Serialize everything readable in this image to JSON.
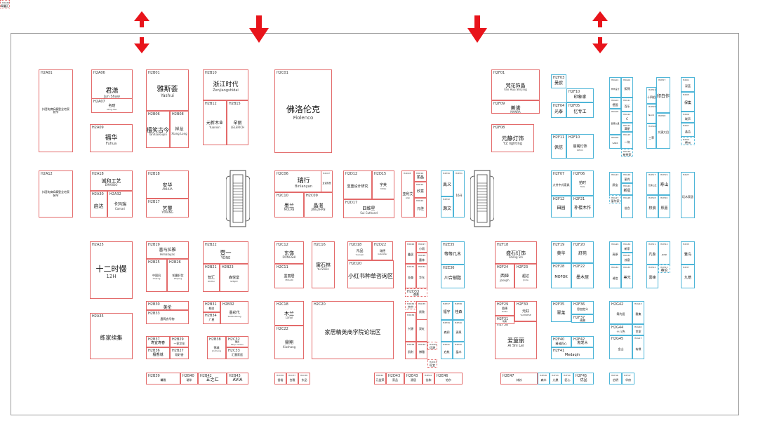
{
  "colors": {
    "booth_red": "#e36a6a",
    "booth_blue": "#4fb6d8",
    "arrow": "#e8141b",
    "outline": "#9a9a9a"
  },
  "arrows": [
    {
      "kind": "two-way-arrow-icon"
    },
    {
      "kind": "down-arrow-icon"
    },
    {
      "kind": "down-arrow-icon"
    },
    {
      "kind": "two-way-arrow-icon"
    }
  ],
  "booths": [
    {
      "id": "H2A01",
      "name": "抖音电商&摩登全宅家装节",
      "sub": ""
    },
    {
      "id": "H2A06",
      "name": "君潇",
      "sub": "Jun Shaw"
    },
    {
      "id": "H2A07",
      "name": "名晗",
      "sub": "Ming Han"
    },
    {
      "id": "H2A09",
      "name": "福华",
      "sub": "Fuhua"
    },
    {
      "id": "H2B01",
      "name": "雅斯荟",
      "sub": "Yashui"
    },
    {
      "id": "H2B06",
      "name": "檀笑古今",
      "sub": "TanXiaoGujin"
    },
    {
      "id": "H2B08",
      "name": "祥龙",
      "sub": "Xiang Long"
    },
    {
      "id": "H2B10",
      "name": "浙江时代",
      "sub": "Zenjiangshidai"
    },
    {
      "id": "H2B12",
      "name": "元新木业",
      "sub": "Yuanxin"
    },
    {
      "id": "H2B15",
      "name": "朵丽",
      "sub": "LELERICH"
    },
    {
      "id": "H2C01",
      "name": "佛洛伦克",
      "sub": "Fiolenco"
    },
    {
      "id": "H2E01",
      "name": "诗画浦江",
      "sub": "PUJIANG"
    },
    {
      "id": "H2F01",
      "name": "梵花饰晶",
      "sub": "Fan Hua Shi Jing"
    },
    {
      "id": "H2F09",
      "name": "美诺",
      "sub": "MANRA"
    },
    {
      "id": "H2F08",
      "name": "元静灯饰",
      "sub": "YZ lighting"
    },
    {
      "id": "H2F03",
      "name": "曼欧",
      "sub": ""
    },
    {
      "id": "H2F10",
      "name": "印象家",
      "sub": ""
    },
    {
      "id": "H2F04",
      "name": "光泰",
      "sub": ""
    },
    {
      "id": "H2F05",
      "name": "忆专工",
      "sub": ""
    },
    {
      "id": "H2F11",
      "name": "佩信",
      "sub": ""
    },
    {
      "id": "H2F10",
      "name": "丽阁灯饰",
      "sub": "RECO"
    },
    {
      "id": "H2G01",
      "name": "丰丰设计",
      "sub": ""
    },
    {
      "id": "H2G02",
      "name": "熙锦",
      "sub": ""
    },
    {
      "id": "H2G03",
      "name": "德国",
      "sub": ""
    },
    {
      "id": "H2G05",
      "name": "集美九星",
      "sub": ""
    },
    {
      "id": "H2G09",
      "name": "SAEX",
      "sub": ""
    },
    {
      "id": "H2G11",
      "name": "百乐",
      "sub": ""
    },
    {
      "id": "H2G12",
      "name": "C",
      "sub": ""
    },
    {
      "id": "H2G13",
      "name": "满星",
      "sub": ""
    },
    {
      "id": "H2G15",
      "name": "一块",
      "sub": ""
    },
    {
      "id": "H2G16",
      "name": "新拼家",
      "sub": ""
    },
    {
      "id": "H2H01",
      "name": "十四拍",
      "sub": ""
    },
    {
      "id": "H2H05",
      "name": "Nordi",
      "sub": ""
    },
    {
      "id": "H2H07",
      "name": "印白作",
      "sub": ""
    },
    {
      "id": "H2H06",
      "name": "三草",
      "sub": ""
    },
    {
      "id": "H2H08",
      "name": "大满大目",
      "sub": ""
    },
    {
      "id": "H2I01",
      "name": "深蓝",
      "sub": ""
    },
    {
      "id": "H2I05",
      "name": "保集",
      "sub": ""
    },
    {
      "id": "H2I06",
      "name": "联声",
      "sub": ""
    },
    {
      "id": "H2I07",
      "name": "晶品",
      "sub": ""
    },
    {
      "id": "H2I09",
      "name": "德州",
      "sub": ""
    },
    {
      "id": "H2A12",
      "name": "抖音电商&摩登全宅家装节",
      "sub": ""
    },
    {
      "id": "H2A18",
      "name": "诚和工艺",
      "sub": "EMARDO"
    },
    {
      "id": "H2A30",
      "name": "启达",
      "sub": ""
    },
    {
      "id": "H2A32",
      "name": "卡玛瑞",
      "sub": "Camari"
    },
    {
      "id": "H2B18",
      "name": "安华",
      "sub": "ANHUA"
    },
    {
      "id": "H2B17",
      "name": "艺璽",
      "sub": "YIXIANG"
    },
    {
      "id": "H2C06",
      "name": "瑞行",
      "sub": "Binlanyan"
    },
    {
      "id": "H2C07",
      "name": "爱诺家居",
      "sub": ""
    },
    {
      "id": "H2C10",
      "name": "墨兰",
      "sub": "MOLAN"
    },
    {
      "id": "H2C09",
      "name": "晶湛",
      "sub": "JINGZHAN"
    },
    {
      "id": "H2D12",
      "name": "至重设计研究",
      "sub": ""
    },
    {
      "id": "H2D15",
      "name": "宇美",
      "sub": "YuMei"
    },
    {
      "id": "H2D17",
      "name": "四维星",
      "sub": "Sui Cuthund"
    },
    {
      "id": "H2D16",
      "name": "丽晶",
      "sub": ""
    },
    {
      "id": "H2D18",
      "name": "亚利艾",
      "sub": "Alisi"
    },
    {
      "id": "H2D19",
      "name": "欣意",
      "sub": ""
    },
    {
      "id": "H2D20",
      "name": "元佳",
      "sub": ""
    },
    {
      "id": "H2E30",
      "name": "禹义",
      "sub": ""
    },
    {
      "id": "H2E31",
      "name": "16开",
      "sub": ""
    },
    {
      "id": "H2E32",
      "name": "源文",
      "sub": ""
    },
    {
      "id": "H2F07",
      "name": "大井中式家具",
      "sub": ""
    },
    {
      "id": "H2F06",
      "name": "拍时",
      "sub": "Telis"
    },
    {
      "id": "H2F12",
      "name": "田园",
      "sub": ""
    },
    {
      "id": "H2F21",
      "name": "朴楼木作",
      "sub": ""
    },
    {
      "id": "H2G23",
      "name": "顾宝",
      "sub": ""
    },
    {
      "id": "H2G26",
      "name": "丽尚",
      "sub": ""
    },
    {
      "id": "H2G24",
      "name": "新星",
      "sub": ""
    },
    {
      "id": "H2G27",
      "name": "丽尔家",
      "sub": ""
    },
    {
      "id": "H2G28",
      "name": "佳合",
      "sub": ""
    },
    {
      "id": "H2H17",
      "name": "元素山丘",
      "sub": ""
    },
    {
      "id": "H2H19",
      "name": "寿山",
      "sub": ""
    },
    {
      "id": "H2H18",
      "name": "校浪",
      "sub": ""
    },
    {
      "id": "H2H20",
      "name": "熙嘉",
      "sub": ""
    },
    {
      "id": "H2I27",
      "name": "玩木家居",
      "sub": ""
    },
    {
      "id": "H2A25",
      "name": "十二时慢",
      "sub": "12H"
    },
    {
      "id": "H2B19",
      "name": "喜马拉雅",
      "sub": "Himalayas"
    },
    {
      "id": "H2B25",
      "name": "中国风",
      "sub": "Charng"
    },
    {
      "id": "H2B26",
      "name": "知赢好货",
      "sub": "Zhiying"
    },
    {
      "id": "H2B22",
      "name": "壹一",
      "sub": "YONE"
    },
    {
      "id": "H2B21",
      "name": "智汇",
      "sub": "ZhiHui"
    },
    {
      "id": "H2B23",
      "name": "森悦堂",
      "sub": "SENJOY"
    },
    {
      "id": "H2C12",
      "name": "东饰",
      "sub": "DONGSHI"
    },
    {
      "id": "H2C11",
      "name": "墨丽居",
      "sub": "MOLAN"
    },
    {
      "id": "H2C16",
      "name": "寓石林",
      "sub": "Yu Shilin"
    },
    {
      "id": "H2D18",
      "name": "元品",
      "sub": "Yuanpin"
    },
    {
      "id": "H2D22",
      "name": "瑞德",
      "sub": "Gibraltar"
    },
    {
      "id": "H2D20",
      "name": "小红书种草咨询区",
      "sub": ""
    },
    {
      "id": "H2D26",
      "name": "鑫居",
      "sub": ""
    },
    {
      "id": "H2D27",
      "name": "小雨",
      "sub": ""
    },
    {
      "id": "H2D28",
      "name": "墨林",
      "sub": ""
    },
    {
      "id": "H2D31",
      "name": "金森",
      "sub": ""
    },
    {
      "id": "H2D32",
      "name": "华东",
      "sub": ""
    },
    {
      "id": "H2D33",
      "name": "森美",
      "sub": ""
    },
    {
      "id": "H2E35",
      "name": "等等几木",
      "sub": ""
    },
    {
      "id": "H2E36",
      "name": "川合樹脂",
      "sub": ""
    },
    {
      "id": "H2F18",
      "name": "盛石灯饰",
      "sub": "Sheng Shi"
    },
    {
      "id": "H2F24",
      "name": "西娅",
      "sub": "Joseph"
    },
    {
      "id": "H2F23",
      "name": "超达",
      "sub": "Jinda"
    },
    {
      "id": "H2F19",
      "name": "莫华",
      "sub": ""
    },
    {
      "id": "H2F20",
      "name": "舒苑",
      "sub": ""
    },
    {
      "id": "H2F28",
      "name": "MOFOK",
      "sub": ""
    },
    {
      "id": "H2F22",
      "name": "墨木居",
      "sub": ""
    },
    {
      "id": "H2G29",
      "name": "高原",
      "sub": ""
    },
    {
      "id": "H2G30",
      "name": "新家",
      "sub": ""
    },
    {
      "id": "H2G31",
      "name": "苏意",
      "sub": ""
    },
    {
      "id": "H2G32",
      "name": "诚信",
      "sub": ""
    },
    {
      "id": "H2G33",
      "name": "美光",
      "sub": ""
    },
    {
      "id": "H2H21",
      "name": "凡象",
      "sub": ""
    },
    {
      "id": "H2H24",
      "name": "JIUQI",
      "sub": ""
    },
    {
      "id": "H2H22",
      "name": "嘉峰",
      "sub": ""
    },
    {
      "id": "H2H23",
      "name": "英伦",
      "sub": ""
    },
    {
      "id": "H2I35",
      "name": "雅鸟",
      "sub": ""
    },
    {
      "id": "H2I37",
      "name": "九皓",
      "sub": ""
    },
    {
      "id": "H2A35",
      "name": "练家续集",
      "sub": ""
    },
    {
      "id": "H2B30",
      "name": "美伦",
      "sub": ""
    },
    {
      "id": "H2B33",
      "name": "鹿筠衣号物",
      "sub": ""
    },
    {
      "id": "H2B31",
      "name": "翰名",
      "sub": ""
    },
    {
      "id": "H2B32",
      "name": "墨彩代",
      "sub": "Toolthobbing"
    },
    {
      "id": "H2B34",
      "name": "广星",
      "sub": ""
    },
    {
      "id": "H2B37",
      "name": "寿宜寿春",
      "sub": ""
    },
    {
      "id": "H2B29",
      "name": "一家文化",
      "sub": ""
    },
    {
      "id": "H2B36",
      "name": "檀香城",
      "sub": ""
    },
    {
      "id": "H2B27",
      "name": "翔好香",
      "sub": ""
    },
    {
      "id": "H2B38",
      "name": "锦城",
      "sub": "Jinchang"
    },
    {
      "id": "H2C32",
      "name": "酷达",
      "sub": "Moyi Yimian"
    },
    {
      "id": "H2C33",
      "name": "汇墨家居",
      "sub": ""
    },
    {
      "id": "H2C18",
      "name": "木兰",
      "sub": "Lanyi"
    },
    {
      "id": "H2C22",
      "name": "鼎翔",
      "sub": "Xiashang"
    },
    {
      "id": "H2C20",
      "name": "家居精英商学院论坛区",
      "sub": ""
    },
    {
      "id": "H2D34",
      "name": "京中",
      "sub": ""
    },
    {
      "id": "H2D35",
      "name": "质致",
      "sub": ""
    },
    {
      "id": "H2D36",
      "name": "兴源",
      "sub": ""
    },
    {
      "id": "H2D37",
      "name": "双虹",
      "sub": ""
    },
    {
      "id": "H2D38",
      "name": "凯利",
      "sub": ""
    },
    {
      "id": "H2D39",
      "name": "博雅",
      "sub": ""
    },
    {
      "id": "H2D40",
      "name": "信源",
      "sub": ""
    },
    {
      "id": "H2D41",
      "name": "旺宜",
      "sub": ""
    },
    {
      "id": "H2E37",
      "name": "福宇",
      "sub": ""
    },
    {
      "id": "H2E38",
      "name": "桂森",
      "sub": ""
    },
    {
      "id": "H2E39",
      "name": "森润",
      "sub": ""
    },
    {
      "id": "H2E40",
      "name": "源泉",
      "sub": ""
    },
    {
      "id": "H2E41",
      "name": "启航",
      "sub": ""
    },
    {
      "id": "H2E42",
      "name": "晶木",
      "sub": ""
    },
    {
      "id": "H2F29",
      "name": "奥德",
      "sub": "Ootta"
    },
    {
      "id": "H2F30",
      "name": "元好",
      "sub": "YASHRESE"
    },
    {
      "id": "H2F31",
      "name": "筑客",
      "sub": ""
    },
    {
      "id": "H2F38",
      "name": "爱童丽",
      "sub": "Ai Shi Lei"
    },
    {
      "id": "H2F35",
      "name": "翠莱",
      "sub": ""
    },
    {
      "id": "H2F36",
      "name": "思加定义",
      "sub": ""
    },
    {
      "id": "H2F37",
      "name": "诚普",
      "sub": ""
    },
    {
      "id": "H2F40",
      "name": "精诚匠心",
      "sub": ""
    },
    {
      "id": "H2F42",
      "name": "勃发木",
      "sub": ""
    },
    {
      "id": "H2F41",
      "name": "Medaqin",
      "sub": ""
    },
    {
      "id": "H2G42",
      "name": "简约居",
      "sub": ""
    },
    {
      "id": "H2G43",
      "name": "雅集",
      "sub": ""
    },
    {
      "id": "H2G44",
      "name": "十八色",
      "sub": ""
    },
    {
      "id": "H2G45",
      "name": "金山",
      "sub": ""
    },
    {
      "id": "H2G46",
      "name": "世家",
      "sub": ""
    },
    {
      "id": "H2G47",
      "name": "有缘",
      "sub": ""
    },
    {
      "id": "H2L60",
      "name": "RE.d当代家具设计年展",
      "sub": "RE.design"
    },
    {
      "id": "H2B39",
      "name": "馨雅",
      "sub": ""
    },
    {
      "id": "H2B40",
      "name": "瑞华",
      "sub": ""
    },
    {
      "id": "H2B42",
      "name": "五之汇",
      "sub": ""
    },
    {
      "id": "H2B43",
      "name": "AVIA",
      "sub": ""
    },
    {
      "id": "H2C36",
      "name": "香裕",
      "sub": ""
    },
    {
      "id": "H2C37",
      "name": "合雅",
      "sub": ""
    },
    {
      "id": "H2C38",
      "name": "东品",
      "sub": ""
    },
    {
      "id": "H2D42",
      "name": "元益荣",
      "sub": ""
    },
    {
      "id": "H2D43",
      "name": "家品",
      "sub": ""
    },
    {
      "id": "H2E43",
      "name": "源居",
      "sub": ""
    },
    {
      "id": "H2E44",
      "name": "佳和",
      "sub": ""
    },
    {
      "id": "H2E46",
      "name": "铂尔",
      "sub": ""
    },
    {
      "id": "H2E47",
      "name": "林苏",
      "sub": ""
    },
    {
      "id": "H2E48",
      "name": "森木",
      "sub": ""
    },
    {
      "id": "H2F43",
      "name": "九鼎",
      "sub": ""
    },
    {
      "id": "H2F44",
      "name": "匠心",
      "sub": ""
    },
    {
      "id": "H2F45",
      "name": "优品",
      "sub": ""
    },
    {
      "id": "H2F46",
      "name": "启明",
      "sub": ""
    },
    {
      "id": "H2F47",
      "name": "华府",
      "sub": ""
    },
    {
      "id": "H2F48",
      "name": "平直",
      "sub": ""
    },
    {
      "id": "H2G50",
      "name": "和泰",
      "sub": ""
    },
    {
      "id": "H2G52",
      "name": "翠麗汇",
      "sub": ""
    }
  ]
}
